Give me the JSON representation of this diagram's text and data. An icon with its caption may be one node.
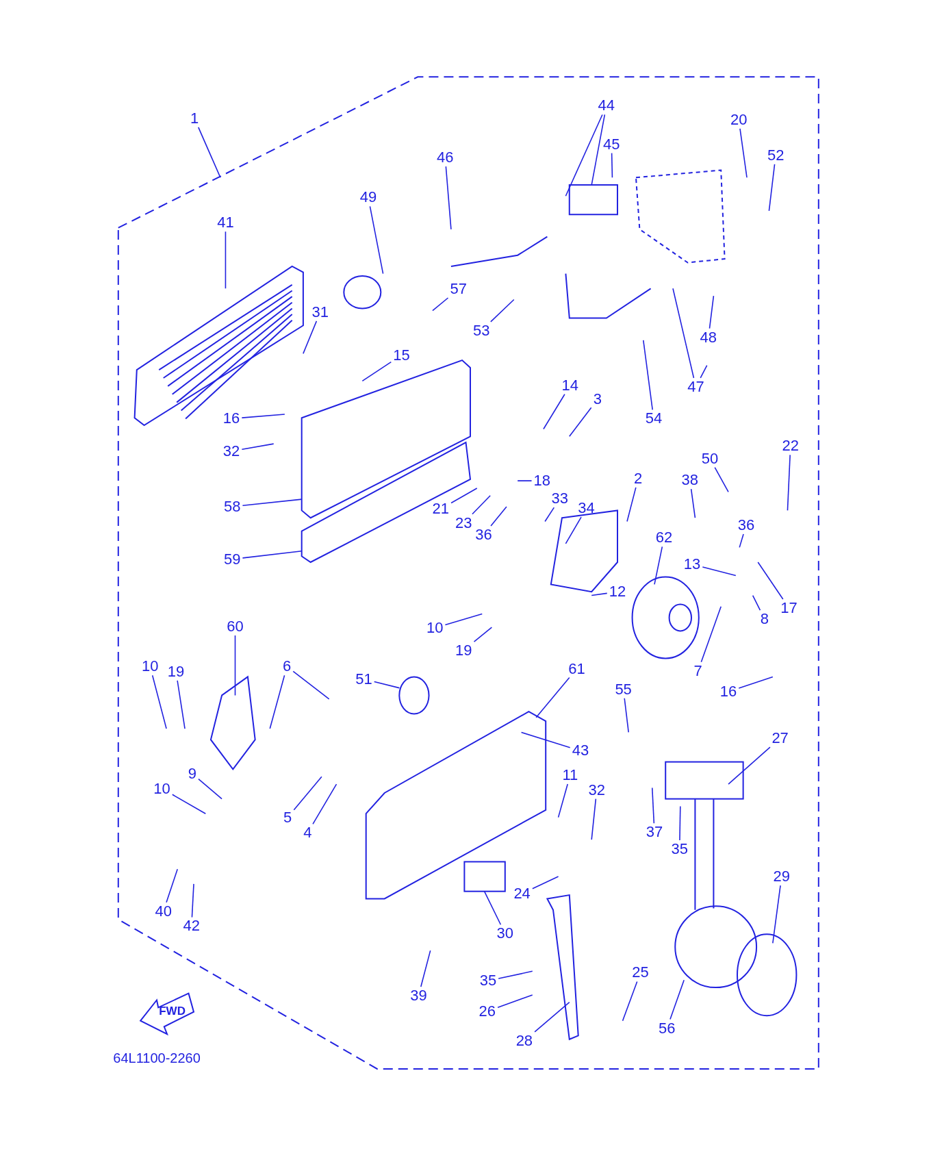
{
  "diagram": {
    "nodes": [
      {
        "text": [
          "1"
        ]
      },
      {
        "text": [
          "44"
        ]
      },
      {
        "text": [
          "45"
        ]
      },
      {
        "text": [
          "46"
        ]
      },
      {
        "text": [
          "49"
        ]
      },
      {
        "text": [
          "20"
        ]
      },
      {
        "text": [
          "52"
        ]
      },
      {
        "text": [
          "41"
        ]
      },
      {
        "text": [
          "31"
        ]
      },
      {
        "text": [
          "57"
        ]
      },
      {
        "text": [
          "53"
        ]
      },
      {
        "text": [
          "15"
        ]
      },
      {
        "text": [
          "48"
        ]
      },
      {
        "text": [
          "47"
        ]
      },
      {
        "text": [
          "54"
        ]
      },
      {
        "text": [
          "14"
        ]
      },
      {
        "text": [
          "3"
        ]
      },
      {
        "text": [
          "16"
        ]
      },
      {
        "text": [
          "32"
        ]
      },
      {
        "text": [
          "58"
        ]
      },
      {
        "text": [
          "59"
        ]
      },
      {
        "text": [
          "18"
        ]
      },
      {
        "text": [
          "21"
        ]
      },
      {
        "text": [
          "23"
        ]
      },
      {
        "text": [
          "36"
        ]
      },
      {
        "text": [
          "33"
        ]
      },
      {
        "text": [
          "34"
        ]
      },
      {
        "text": [
          "2"
        ]
      },
      {
        "text": [
          "50"
        ]
      },
      {
        "text": [
          "38"
        ]
      },
      {
        "text": [
          "22"
        ]
      },
      {
        "text": [
          "36"
        ]
      },
      {
        "text": [
          "62"
        ]
      },
      {
        "text": [
          "13"
        ]
      },
      {
        "text": [
          "17"
        ]
      },
      {
        "text": [
          "8"
        ]
      },
      {
        "text": [
          "12"
        ]
      },
      {
        "text": [
          "7"
        ]
      },
      {
        "text": [
          "16"
        ]
      },
      {
        "text": [
          "10"
        ]
      },
      {
        "text": [
          "19"
        ]
      },
      {
        "text": [
          "60"
        ]
      },
      {
        "text": [
          "10"
        ]
      },
      {
        "text": [
          "19"
        ]
      },
      {
        "text": [
          "6"
        ]
      },
      {
        "text": [
          "51"
        ]
      },
      {
        "text": [
          "61"
        ]
      },
      {
        "text": [
          "43"
        ]
      },
      {
        "text": [
          "55"
        ]
      },
      {
        "text": [
          "27"
        ]
      },
      {
        "text": [
          "11"
        ]
      },
      {
        "text": [
          "32"
        ]
      },
      {
        "text": [
          "37"
        ]
      },
      {
        "text": [
          "35"
        ]
      },
      {
        "text": [
          "9"
        ]
      },
      {
        "text": [
          "10"
        ]
      },
      {
        "text": [
          "5"
        ]
      },
      {
        "text": [
          "4"
        ]
      },
      {
        "text": [
          "29"
        ]
      },
      {
        "text": [
          "24"
        ]
      },
      {
        "text": [
          "30"
        ]
      },
      {
        "text": [
          "40"
        ]
      },
      {
        "text": [
          "42"
        ]
      },
      {
        "text": [
          "39"
        ]
      },
      {
        "text": [
          "35"
        ]
      },
      {
        "text": [
          "26"
        ]
      },
      {
        "text": [
          "25"
        ]
      },
      {
        "text": [
          "56"
        ]
      },
      {
        "text": [
          "28"
        ]
      }
    ],
    "edges": [
      {
        "from": 0,
        "to": null,
        "arrow": "none"
      },
      {
        "from": 1,
        "to": null,
        "arrow": "none"
      },
      {
        "from": 1,
        "to": null,
        "arrow": "none"
      },
      {
        "from": 2,
        "to": null,
        "arrow": "none"
      },
      {
        "from": 3,
        "to": null,
        "arrow": "none"
      },
      {
        "from": 4,
        "to": null,
        "arrow": "none"
      },
      {
        "from": 5,
        "to": null,
        "arrow": "none"
      },
      {
        "from": 6,
        "to": null,
        "arrow": "none"
      },
      {
        "from": 7,
        "to": null,
        "arrow": "none"
      },
      {
        "from": 8,
        "to": null,
        "arrow": "none"
      },
      {
        "from": 9,
        "to": null,
        "arrow": "none"
      },
      {
        "from": 10,
        "to": null,
        "arrow": "none"
      },
      {
        "from": 11,
        "to": null,
        "arrow": "none"
      },
      {
        "from": 12,
        "to": null,
        "arrow": "none"
      },
      {
        "from": 13,
        "to": null,
        "arrow": "none"
      },
      {
        "from": 13,
        "to": null,
        "arrow": "none"
      },
      {
        "from": 14,
        "to": null,
        "arrow": "none"
      },
      {
        "from": 15,
        "to": null,
        "arrow": "none"
      },
      {
        "from": 16,
        "to": null,
        "arrow": "none"
      },
      {
        "from": 17,
        "to": null,
        "arrow": "none"
      },
      {
        "from": 18,
        "to": null,
        "arrow": "none"
      },
      {
        "from": 19,
        "to": null,
        "arrow": "none"
      },
      {
        "from": 20,
        "to": null,
        "arrow": "none"
      },
      {
        "from": 21,
        "to": null,
        "arrow": "none"
      },
      {
        "from": 22,
        "to": null,
        "arrow": "none"
      },
      {
        "from": 23,
        "to": null,
        "arrow": "none"
      },
      {
        "from": 24,
        "to": null,
        "arrow": "none"
      },
      {
        "from": 25,
        "to": null,
        "arrow": "none"
      },
      {
        "from": 26,
        "to": null,
        "arrow": "none"
      },
      {
        "from": 27,
        "to": null,
        "arrow": "none"
      },
      {
        "from": 28,
        "to": null,
        "arrow": "none"
      },
      {
        "from": 29,
        "to": null,
        "arrow": "none"
      },
      {
        "from": 30,
        "to": null,
        "arrow": "none"
      },
      {
        "from": 31,
        "to": null,
        "arrow": "none"
      },
      {
        "from": 32,
        "to": null,
        "arrow": "none"
      },
      {
        "from": 33,
        "to": null,
        "arrow": "none"
      },
      {
        "from": 34,
        "to": null,
        "arrow": "none"
      },
      {
        "from": 35,
        "to": null,
        "arrow": "none"
      },
      {
        "from": 36,
        "to": null,
        "arrow": "none"
      },
      {
        "from": 37,
        "to": null,
        "arrow": "none"
      },
      {
        "from": 38,
        "to": null,
        "arrow": "none"
      },
      {
        "from": 39,
        "to": null,
        "arrow": "none"
      },
      {
        "from": 40,
        "to": null,
        "arrow": "none"
      },
      {
        "from": 41,
        "to": null,
        "arrow": "none"
      },
      {
        "from": 42,
        "to": null,
        "arrow": "none"
      },
      {
        "from": 43,
        "to": null,
        "arrow": "none"
      },
      {
        "from": 44,
        "to": null,
        "arrow": "none"
      },
      {
        "from": 44,
        "to": null,
        "arrow": "none"
      },
      {
        "from": 45,
        "to": null,
        "arrow": "none"
      },
      {
        "from": 46,
        "to": null,
        "arrow": "none"
      },
      {
        "from": 47,
        "to": null,
        "arrow": "none"
      },
      {
        "from": 48,
        "to": null,
        "arrow": "none"
      },
      {
        "from": 49,
        "to": null,
        "arrow": "none"
      },
      {
        "from": 50,
        "to": null,
        "arrow": "none"
      },
      {
        "from": 51,
        "to": null,
        "arrow": "none"
      },
      {
        "from": 52,
        "to": null,
        "arrow": "none"
      },
      {
        "from": 53,
        "to": null,
        "arrow": "none"
      },
      {
        "from": 54,
        "to": null,
        "arrow": "none"
      },
      {
        "from": 55,
        "to": null,
        "arrow": "none"
      },
      {
        "from": 56,
        "to": null,
        "arrow": "none"
      },
      {
        "from": 57,
        "to": null,
        "arrow": "none"
      },
      {
        "from": 58,
        "to": null,
        "arrow": "none"
      },
      {
        "from": 59,
        "to": null,
        "arrow": "none"
      },
      {
        "from": 60,
        "to": null,
        "arrow": "none"
      },
      {
        "from": 61,
        "to": null,
        "arrow": "none"
      },
      {
        "from": 62,
        "to": null,
        "arrow": "none"
      },
      {
        "from": 63,
        "to": null,
        "arrow": "none"
      },
      {
        "from": 64,
        "to": null,
        "arrow": "none"
      },
      {
        "from": 65,
        "to": null,
        "arrow": "none"
      },
      {
        "from": 66,
        "to": null,
        "arrow": "none"
      },
      {
        "from": 67,
        "to": null,
        "arrow": "none"
      },
      {
        "from": 68,
        "to": null,
        "arrow": "none"
      }
    ],
    "labels": [
      "FWD",
      "64L1100-2260"
    ]
  }
}
